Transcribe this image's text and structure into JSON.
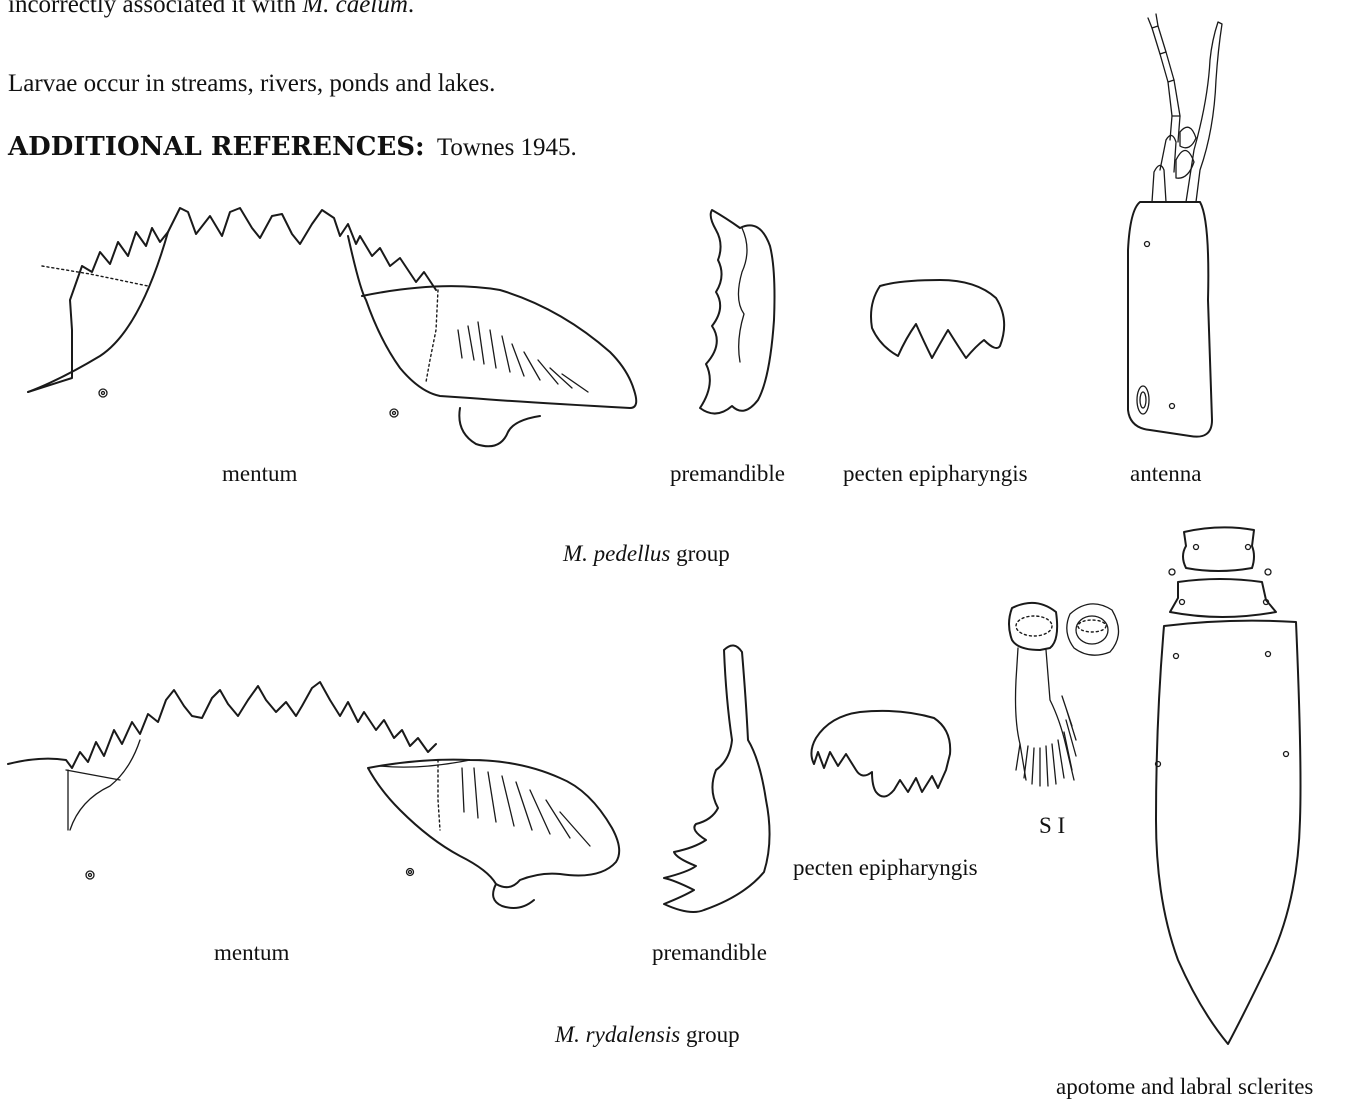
{
  "intro": {
    "line1_prefix": "incorrectly associated it with ",
    "line1_species": "M. caelum",
    "line1_suffix": ".",
    "habitat": "Larvae occur in streams, rivers, ponds and lakes.",
    "refs_heading": "ADDITIONAL REFERENCES:",
    "refs_text": "Townes 1945."
  },
  "group1": {
    "labels": {
      "mentum": "mentum",
      "premandible": "premandible",
      "pecten": "pecten epipharyngis",
      "antenna": "antenna"
    },
    "caption_species": "M. pedellus",
    "caption_suffix": " group"
  },
  "group2": {
    "labels": {
      "mentum": "mentum",
      "premandible": "premandible",
      "pecten": "pecten epipharyngis",
      "si": "S I",
      "apotome": "apotome and labral sclerites"
    },
    "caption_species": "M. rydalensis",
    "caption_suffix": " group"
  }
}
